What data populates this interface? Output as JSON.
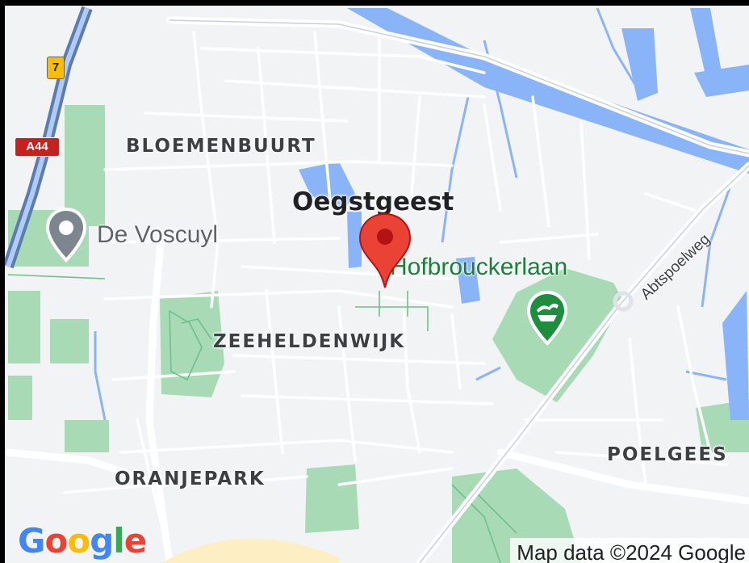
{
  "map": {
    "colors": {
      "land": "#f1f3f4",
      "water": "#8ab4f8",
      "park": "#a8dab5",
      "road": "#ffffff",
      "highway": "#aecbfa",
      "motorway": "#5e7cab"
    },
    "districts": [
      "BLOEMENBUURT",
      "ZEEHELDENWIJK",
      "ORANJEPARK",
      "POELGEES"
    ],
    "city": "Oegstgeest",
    "places": {
      "voscuyl": {
        "name": "De Voscuyl",
        "icon": "location-icon"
      },
      "hofbrouckerlaan": {
        "name": "Hofbrouckerlaan",
        "icon": "park-icon"
      }
    },
    "road_labels": {
      "abtspoelweg": "Abtspoelweg"
    },
    "shields": {
      "a44": "A44",
      "n7": "7"
    },
    "marker": {
      "icon": "map-pin-icon"
    },
    "attribution": {
      "logo": {
        "letters": [
          "G",
          "o",
          "o",
          "g",
          "l",
          "e"
        ],
        "colors": [
          "#4285f4",
          "#ea4335",
          "#fbbc05",
          "#4285f4",
          "#34a853",
          "#ea4335"
        ]
      },
      "copyright": "Map data ©2024 Google"
    }
  }
}
